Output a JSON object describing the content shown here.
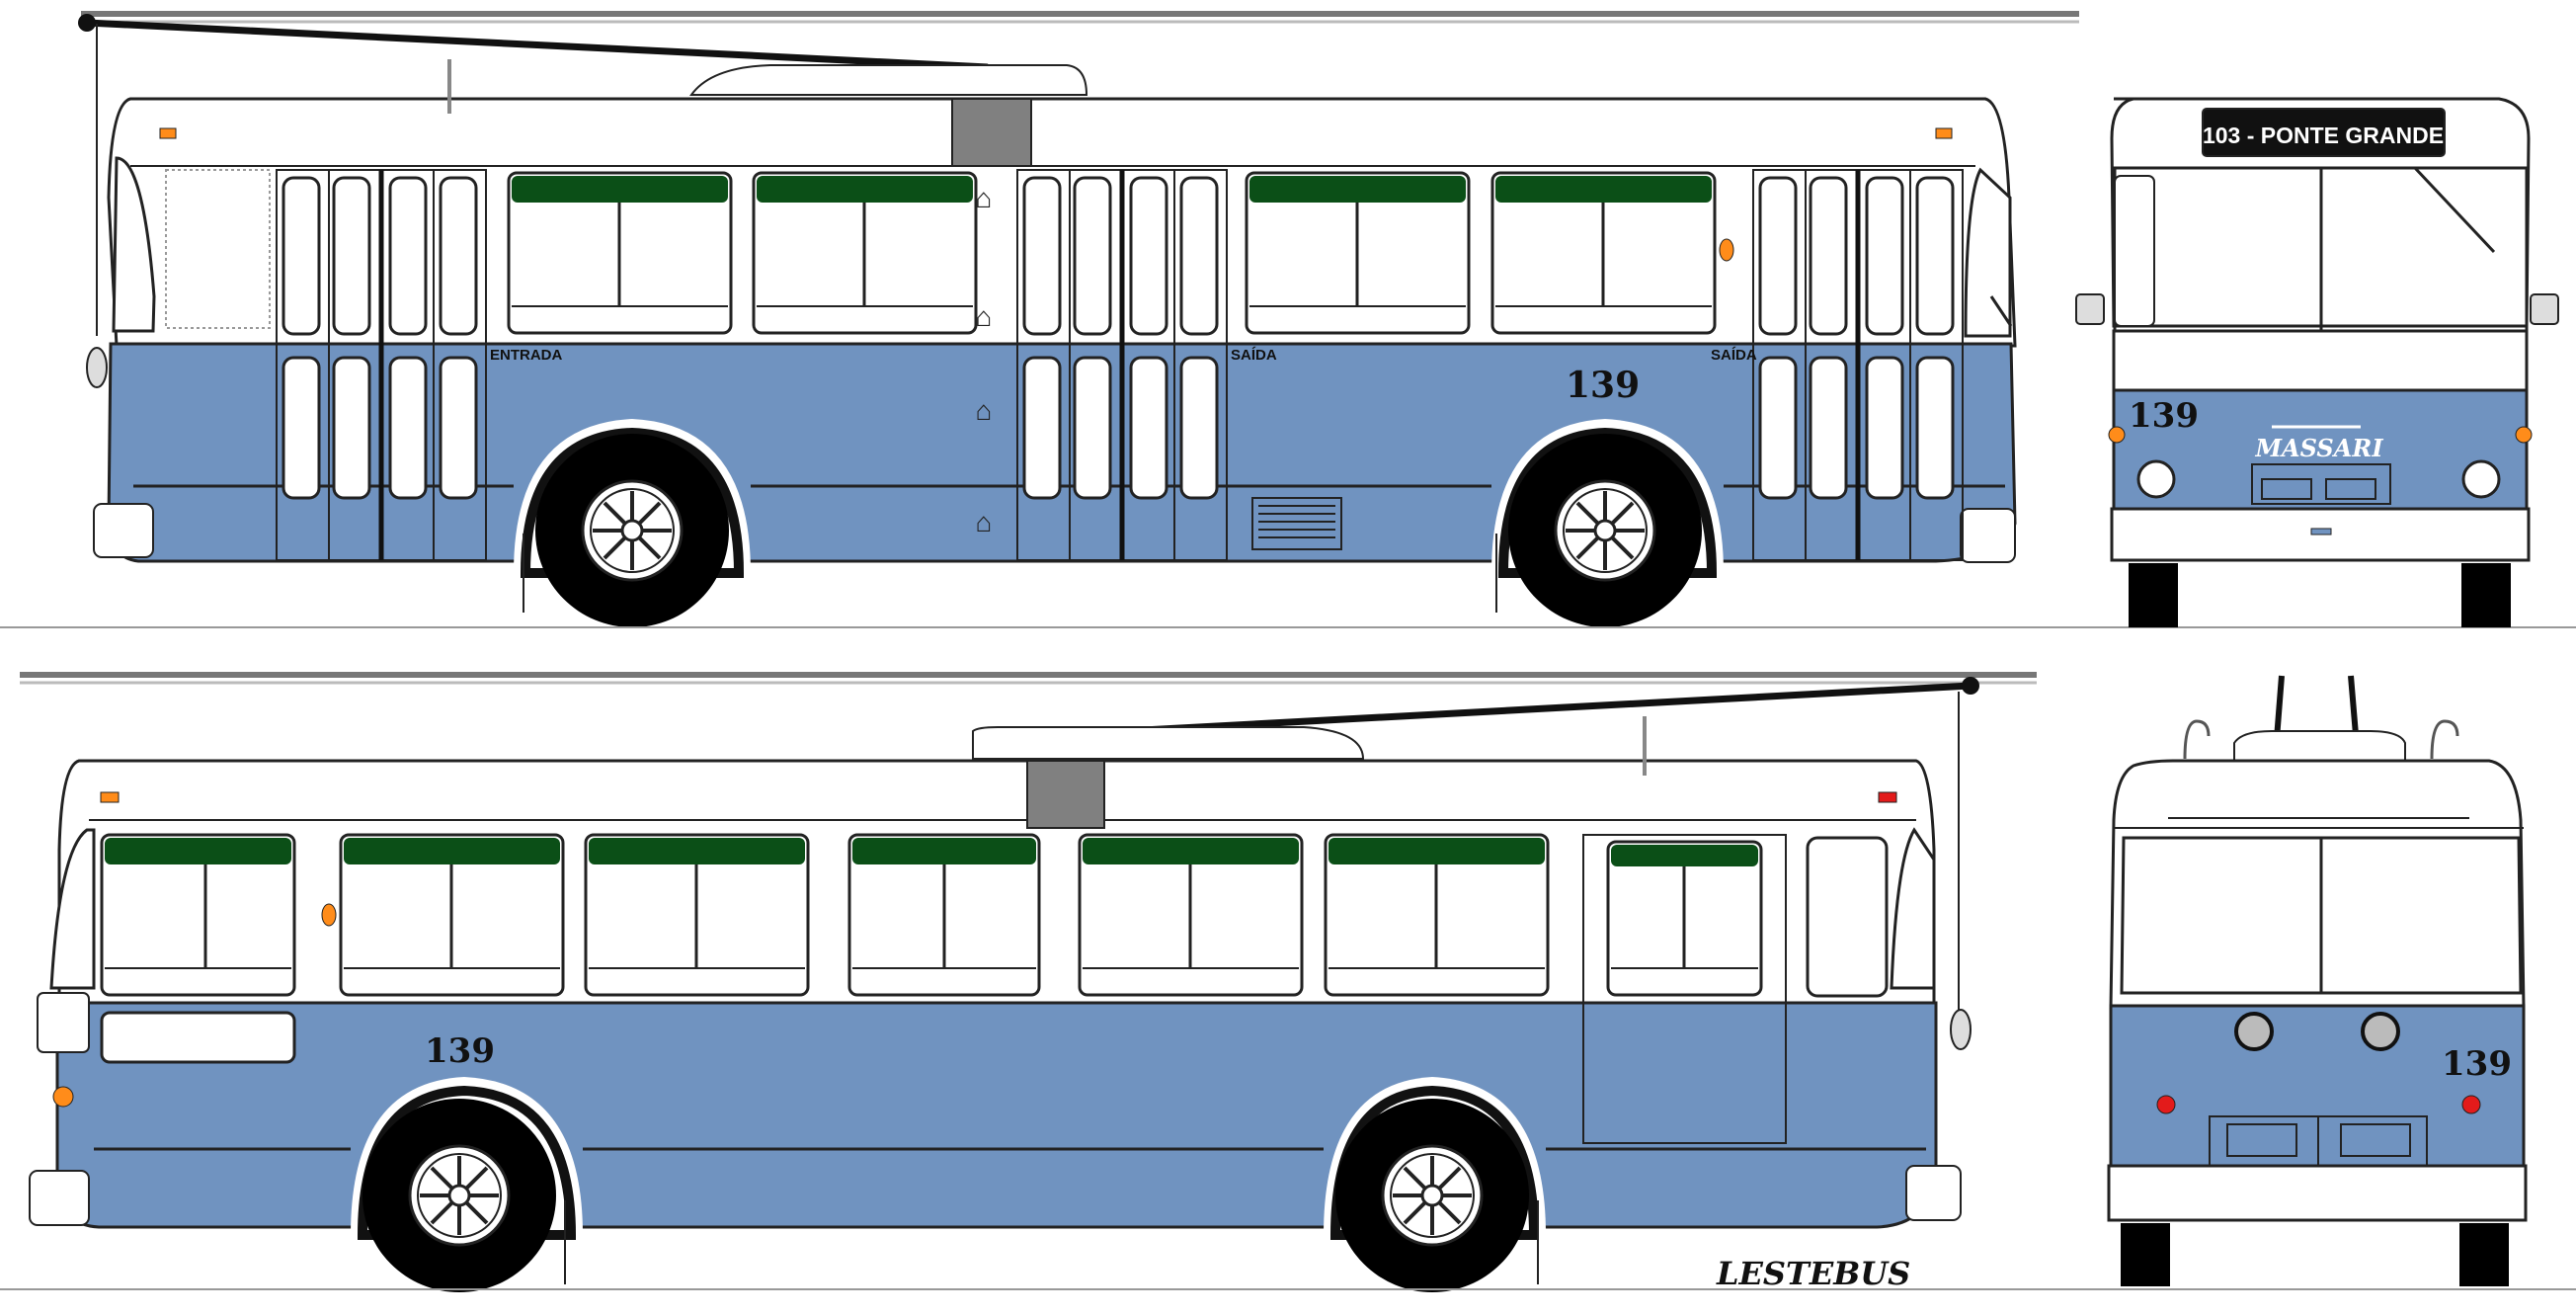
{
  "labels": {
    "entrada": "ENTRADA",
    "saida_1": "SAÍDA",
    "saida_2": "SAÍDA",
    "fleet_number": "139",
    "destination_sign": "103 - PONTE GRANDE",
    "manufacturer": "MASSARI",
    "signature": "LESTEBUS"
  },
  "colors": {
    "body_blue": "#7093c0",
    "roof_white": "#ffffff",
    "window_header_green": "#0b4f17",
    "outline": "#222222",
    "tire": "#000000",
    "indicator_orange": "#ff8c1a",
    "tail_light_red": "#e31b1b",
    "hvac_grey": "#808080",
    "glass": "#ffffff",
    "ground_line": "#999999"
  },
  "icons": {
    "doors": "folding-door-glyph",
    "wheel": "eight-spoke-hubcap",
    "trolley_pole": "trolley-pole"
  }
}
